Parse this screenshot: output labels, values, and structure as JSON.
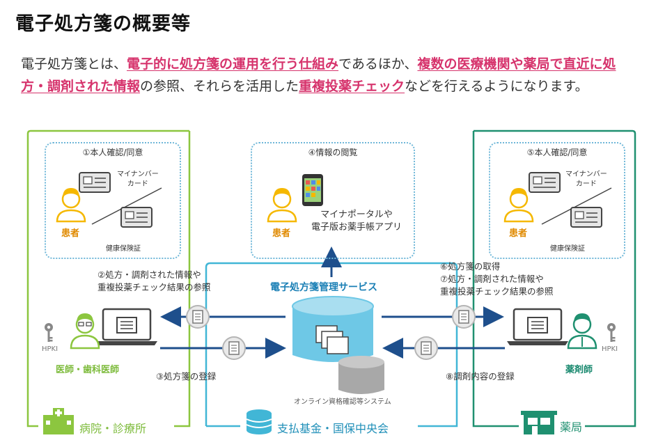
{
  "title": "電子処方箋の概要等",
  "intro": {
    "p1": "電子処方箋とは、",
    "h1": "電子的に処方箋の運用を行う仕組み",
    "p2": "であるほか、",
    "h2": "複数の医療機関や薬局で直近に処方・調剤された情報",
    "p3": "の参照、それらを活用した",
    "h3": "重複投薬チェック",
    "p4": "などを行えるようになります。"
  },
  "hospital": {
    "box_title": "①本人確認/同意",
    "mynumber": "マイナンバー\nカード",
    "insurance": "健康保険証",
    "patient": "患者",
    "hpki": "HPKI",
    "doctor": "医師・歯科医師",
    "footer": "病院・診療所"
  },
  "view": {
    "box_title": "④情報の閲覧",
    "app": "マイナポータルや\n電子版お薬手帳アプリ",
    "patient": "患者"
  },
  "pharmacy": {
    "box_title": "⑤本人確認/同意",
    "mynumber": "マイナンバー\nカード",
    "insurance": "健康保険証",
    "patient": "患者",
    "hpki": "HPKI",
    "pharmacist": "薬剤師",
    "footer": "薬局"
  },
  "center": {
    "service": "電子処方箋管理サービス",
    "online": "オンライン資格確認等システム",
    "footer": "支払基金・国保中央会"
  },
  "steps": {
    "s2": "②処方・調剤された情報や\n重複投薬チェック結果の参照",
    "s3": "③処方箋の登録",
    "s6": "⑥処方箋の取得\n⑦処方・調剤された情報や\n重複投薬チェック結果の参照",
    "s8": "⑧調剤内容の登録"
  },
  "colors": {
    "hospital": "#8cc63f",
    "center": "#41b6d6",
    "pharmacy": "#1f9070",
    "arrow": "#1e4f8c",
    "highlight": "#d6336c",
    "person": "#f5b800"
  }
}
